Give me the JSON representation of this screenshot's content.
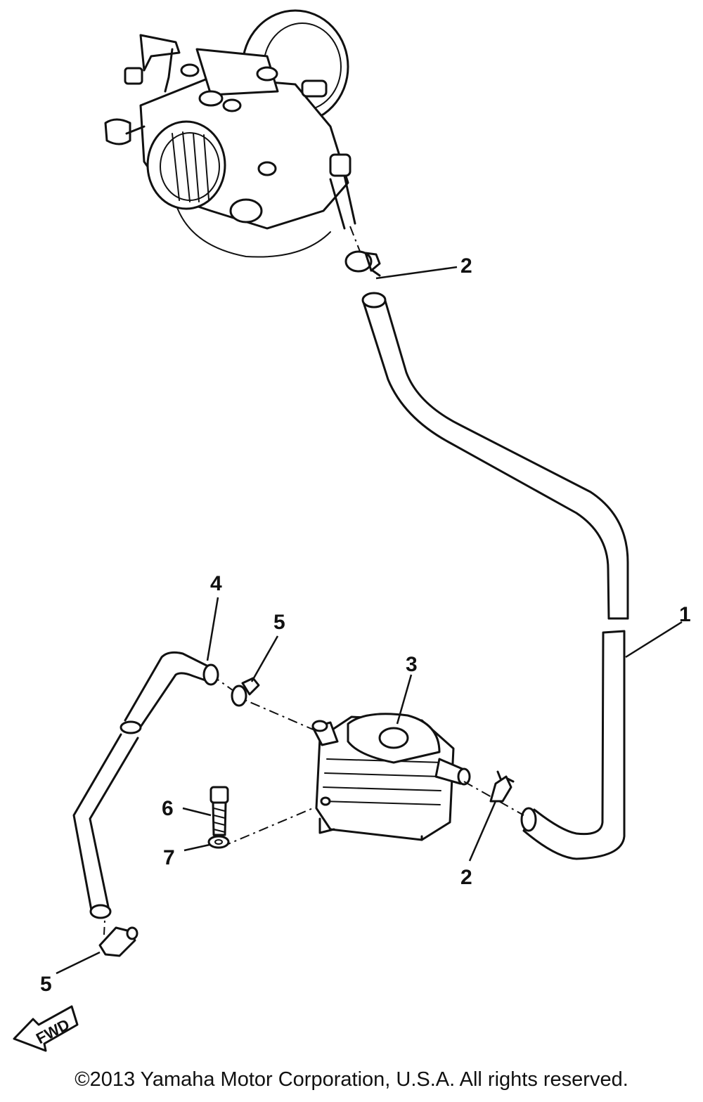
{
  "callouts": {
    "c1": "1",
    "c2_top": "2",
    "c2_bottom": "2",
    "c3": "3",
    "c4": "4",
    "c5_upper": "5",
    "c5_lower": "5",
    "c6": "6",
    "c7": "7"
  },
  "direction_marker": "FWD",
  "copyright": "©2013 Yamaha Motor Corporation, U.S.A. All rights reserved."
}
